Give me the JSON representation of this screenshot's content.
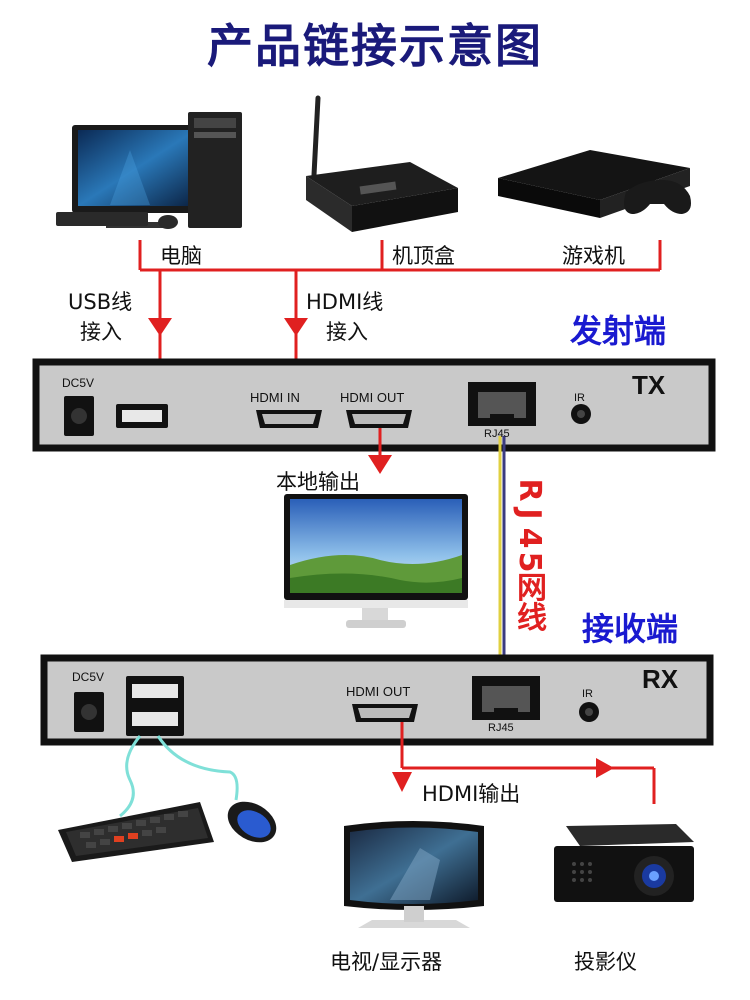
{
  "title": "产品链接示意图",
  "sources": {
    "pc": "电脑",
    "stb": "机顶盒",
    "console": "游戏机"
  },
  "connections": {
    "usb_line1": "USB线",
    "usb_line2": "接入",
    "hdmi_line1": "HDMI线",
    "hdmi_line2": "接入"
  },
  "tx": {
    "side_label": "发射端",
    "badge": "TX",
    "dc": "DC5V",
    "hdmi_in": "HDMI IN",
    "hdmi_out": "HDMI OUT",
    "rj45": "RJ45",
    "ir": "IR"
  },
  "local_output": "本地输出",
  "cable": [
    "R",
    "J",
    "4",
    "5",
    "网",
    "线"
  ],
  "rx": {
    "side_label": "接收端",
    "badge": "RX",
    "dc": "DC5V",
    "hdmi_out": "HDMI OUT",
    "rj45": "RJ45",
    "ir": "IR"
  },
  "hdmi_output": "HDMI输出",
  "outputs": {
    "tv": "电视/显示器",
    "projector": "投影仪"
  },
  "colors": {
    "title": "#1a1a7a",
    "side": "#1a1ad0",
    "arrow": "#e02020",
    "panel": "#c9c9c9",
    "usb_cable": "#7fe0d8"
  }
}
